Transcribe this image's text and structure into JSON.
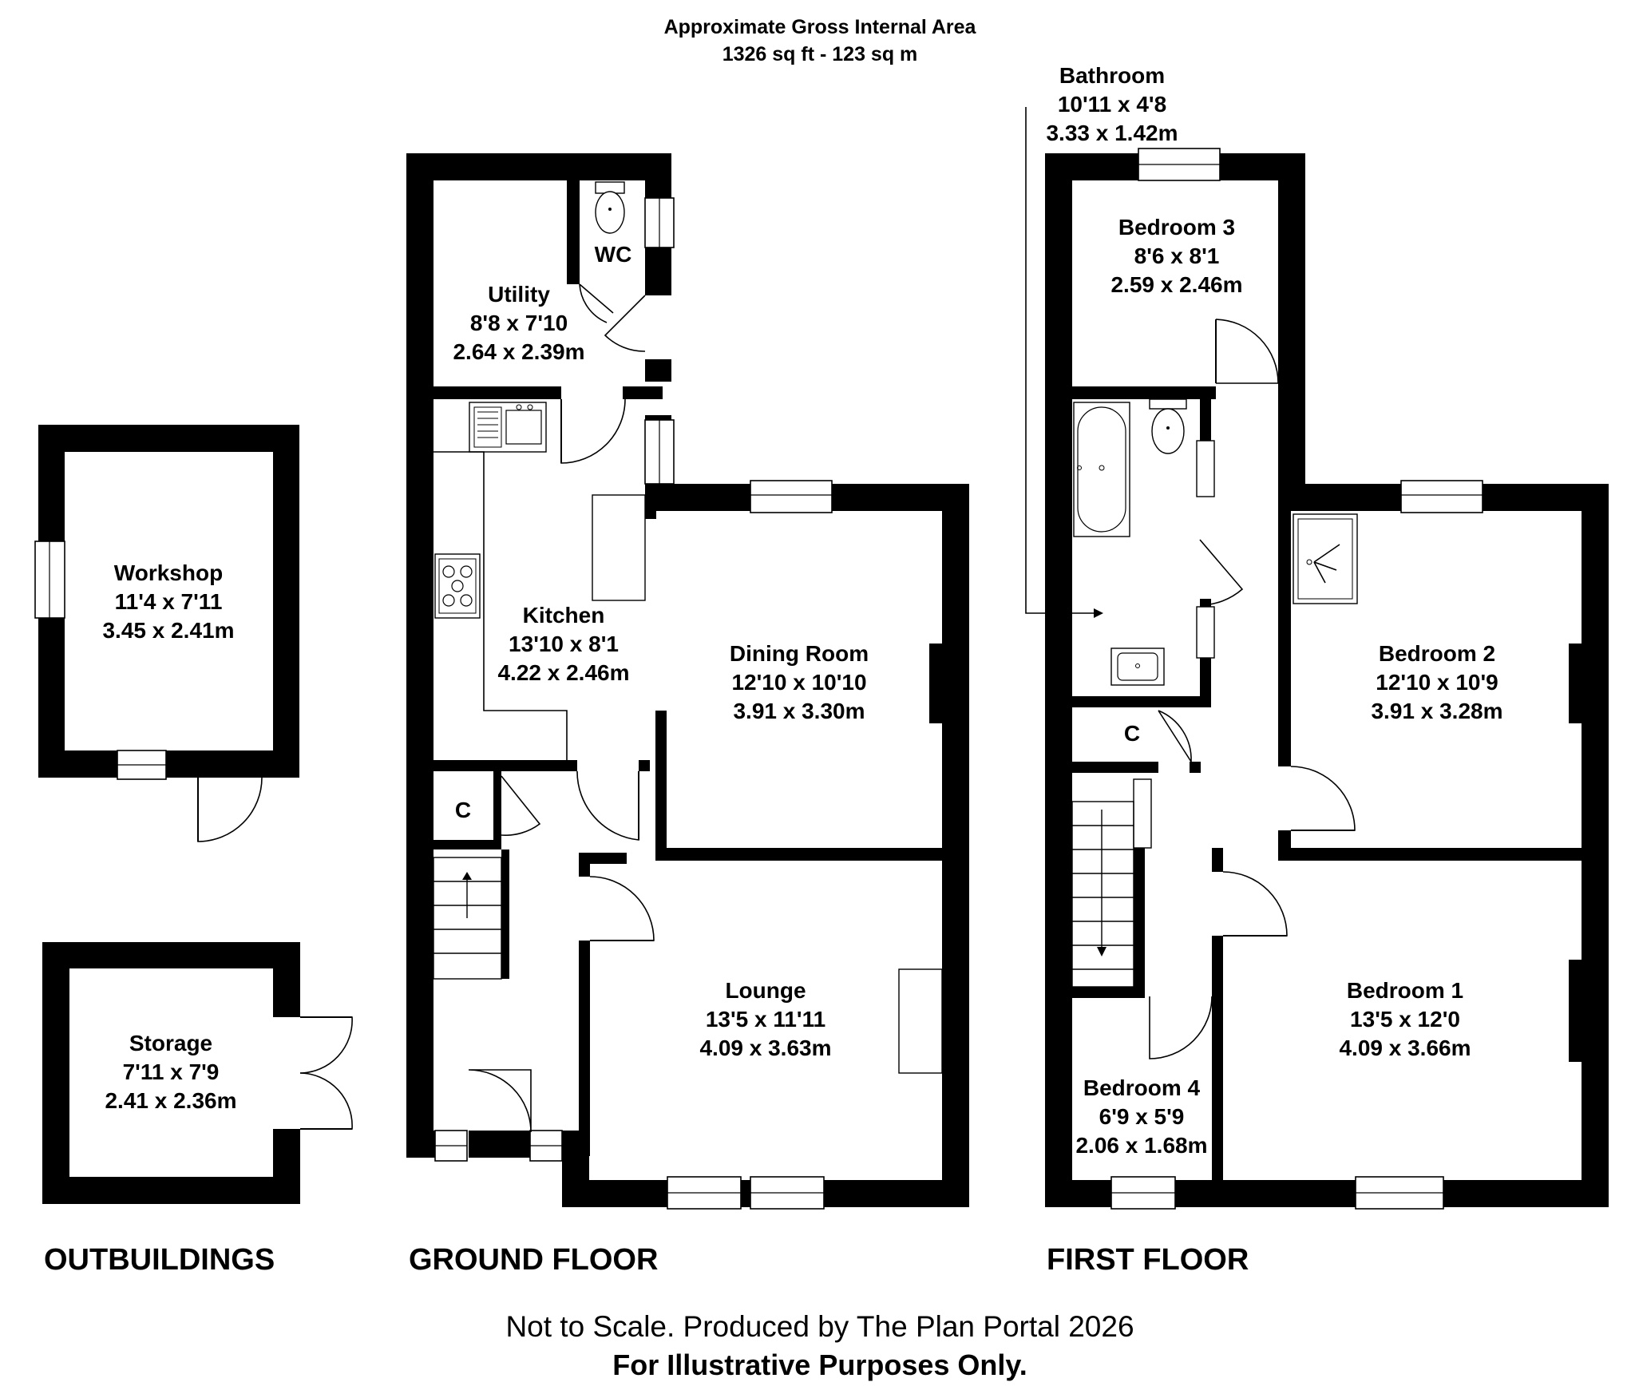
{
  "header": {
    "line1": "Approximate Gross Internal Area",
    "line2": "1326 sq ft - 123 sq m"
  },
  "sections": {
    "outbuildings": "OUTBUILDINGS",
    "ground_floor": "GROUND FLOOR",
    "first_floor": "FIRST FLOOR"
  },
  "rooms": {
    "workshop": {
      "name": "Workshop",
      "imperial": "11'4 x 7'11",
      "metric": "3.45 x 2.41m"
    },
    "storage": {
      "name": "Storage",
      "imperial": "7'11 x 7'9",
      "metric": "2.41 x 2.36m"
    },
    "utility": {
      "name": "Utility",
      "imperial": "8'8 x 7'10",
      "metric": "2.64 x 2.39m"
    },
    "wc": {
      "name": "WC"
    },
    "kitchen": {
      "name": "Kitchen",
      "imperial": "13'10 x 8'1",
      "metric": "4.22 x 2.46m"
    },
    "dining": {
      "name": "Dining Room",
      "imperial": "12'10 x 10'10",
      "metric": "3.91 x 3.30m"
    },
    "cupboard_ground": {
      "name": "C"
    },
    "lounge": {
      "name": "Lounge",
      "imperial": "13'5 x 11'11",
      "metric": "4.09 x 3.63m"
    },
    "bathroom": {
      "name": "Bathroom",
      "imperial": "10'11 x 4'8",
      "metric": "3.33 x 1.42m"
    },
    "bedroom3": {
      "name": "Bedroom 3",
      "imperial": "8'6 x 8'1",
      "metric": "2.59 x 2.46m"
    },
    "cupboard_first": {
      "name": "C"
    },
    "bedroom2": {
      "name": "Bedroom 2",
      "imperial": "12'10 x 10'9",
      "metric": "3.91 x 3.28m"
    },
    "bedroom1": {
      "name": "Bedroom 1",
      "imperial": "13'5 x 12'0",
      "metric": "4.09 x 3.66m"
    },
    "bedroom4": {
      "name": "Bedroom 4",
      "imperial": "6'9 x 5'9",
      "metric": "2.06 x 1.68m"
    }
  },
  "footer": {
    "line1": "Not to Scale. Produced by The Plan Portal 2026",
    "line2": "For Illustrative Purposes Only."
  }
}
